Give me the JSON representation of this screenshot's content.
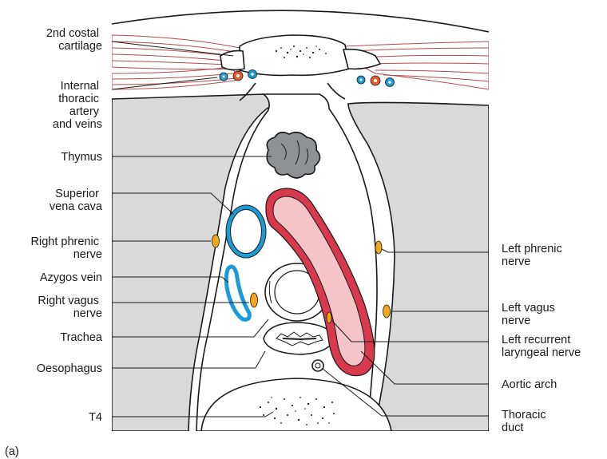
{
  "figure": {
    "panel_label": "(a)",
    "colors": {
      "lung": "#d9d9da",
      "muscle_fill": "#f3c8c6",
      "muscle_line": "#b7484b",
      "artery": "#e05a33",
      "vein": "#1a9ad6",
      "nerve": "#f2a81d",
      "aorta_wall": "#d8394d",
      "aorta_lumen": "#f5c4c6",
      "thymus": "#8f9294"
    },
    "labels_left": [
      {
        "id": "costal",
        "lines": [
          "2nd costal",
          "cartilage"
        ]
      },
      {
        "id": "itav",
        "lines": [
          "Internal",
          "thoracic",
          "artery",
          "and veins"
        ]
      },
      {
        "id": "thymus",
        "lines": [
          "Thymus"
        ]
      },
      {
        "id": "svc",
        "lines": [
          "Superior",
          "vena cava"
        ]
      },
      {
        "id": "rphrenic",
        "lines": [
          "Right phrenic",
          "nerve"
        ]
      },
      {
        "id": "azygos",
        "lines": [
          "Azygos vein"
        ]
      },
      {
        "id": "rvagus",
        "lines": [
          "Right vagus",
          "nerve"
        ]
      },
      {
        "id": "trachea",
        "lines": [
          "Trachea"
        ]
      },
      {
        "id": "oesophagus",
        "lines": [
          "Oesophagus"
        ]
      },
      {
        "id": "t4",
        "lines": [
          "T4"
        ]
      }
    ],
    "labels_right": [
      {
        "id": "lphrenic",
        "lines": [
          "Left phrenic",
          "nerve"
        ]
      },
      {
        "id": "lvagus",
        "lines": [
          "Left vagus",
          "nerve"
        ]
      },
      {
        "id": "lrecurrent",
        "lines": [
          "Left recurrent",
          "laryngeal nerve"
        ]
      },
      {
        "id": "aortic",
        "lines": [
          "Aortic arch"
        ]
      },
      {
        "id": "thoracic",
        "lines": [
          "Thoracic",
          "duct"
        ]
      }
    ]
  }
}
